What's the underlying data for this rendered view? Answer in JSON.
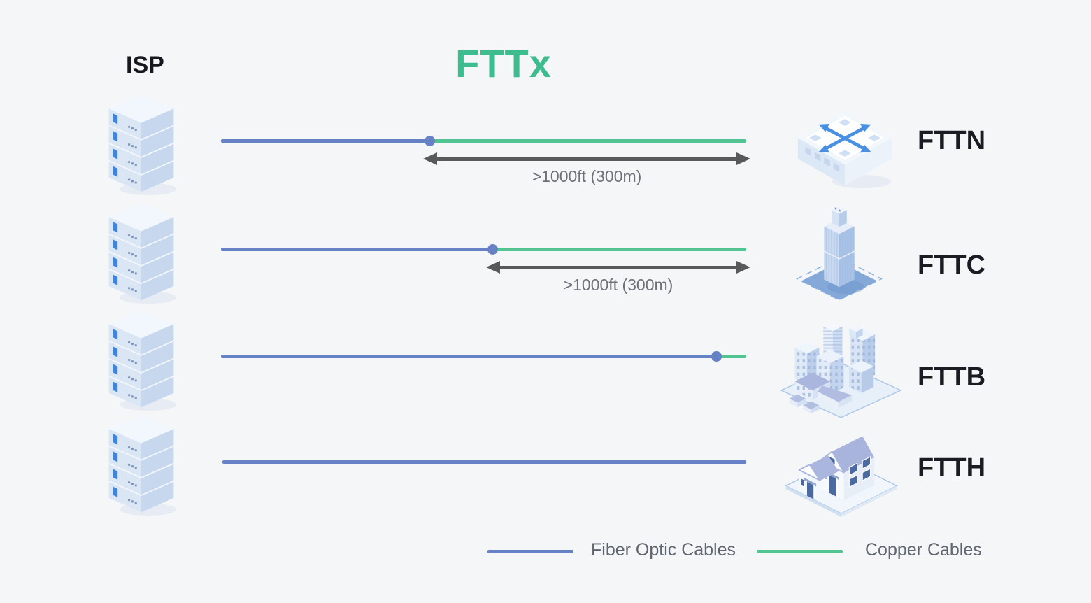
{
  "header": {
    "isp_label": "ISP",
    "title": "FTTx"
  },
  "colors": {
    "background": "#f5f6f8",
    "title_green": "#3dbc8e",
    "fiber_blue": "#6781c6",
    "copper_green": "#52c492",
    "arrow_gray": "#58595b",
    "label_dark": "#191c22",
    "annotation_gray": "#6d727a",
    "legend_text": "#5f6671"
  },
  "icons": {
    "source": "server-stack-icon",
    "fttn": "network-switch-icon",
    "fttc": "office-tower-icon",
    "fttb": "city-buildings-icon",
    "ftth": "house-icon"
  },
  "rows": [
    {
      "label": "FTTN",
      "icon": "network-switch-icon",
      "annotation": ">1000ft (300m)",
      "fiber": "short",
      "copper": "long"
    },
    {
      "label": "FTTC",
      "icon": "office-tower-icon",
      "annotation": ">1000ft (300m)",
      "fiber": "medium",
      "copper": "medium"
    },
    {
      "label": "FTTB",
      "icon": "city-buildings-icon",
      "fiber": "long",
      "copper": "short"
    },
    {
      "label": "FTTH",
      "icon": "house-icon",
      "fiber": "full",
      "copper": "none"
    }
  ],
  "legend": {
    "fiber_label": "Fiber Optic Cables",
    "copper_label": "Copper Cables"
  }
}
